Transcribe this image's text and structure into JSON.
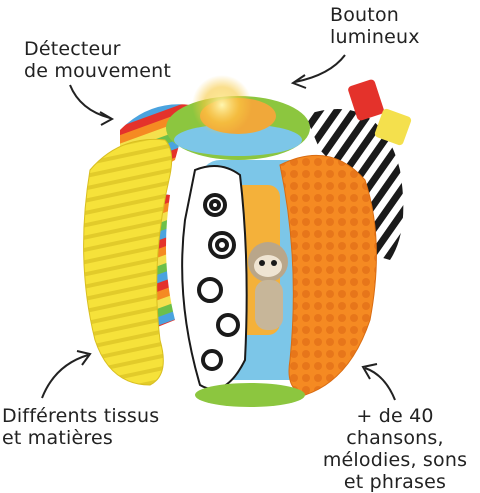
{
  "labels": {
    "motion_detector": [
      "Détecteur",
      "de mouvement"
    ],
    "light_button": [
      "Bouton",
      "lumineux"
    ],
    "fabrics": [
      "Différents tissus",
      "et matières"
    ],
    "songs": [
      "+ de 40 chansons,",
      "mélodies, sons",
      "et phrases"
    ]
  },
  "colors": {
    "yellow_fabric": "#f6e23a",
    "orange_fabric": "#f58a22",
    "green_top": "#8cc63f",
    "blue_ring": "#7cc6e8",
    "light_glow": "#f7c942",
    "stripe_dark": "#1a1a1a",
    "tag_red": "#e4322b",
    "tag_yellow": "#f4e04d"
  }
}
